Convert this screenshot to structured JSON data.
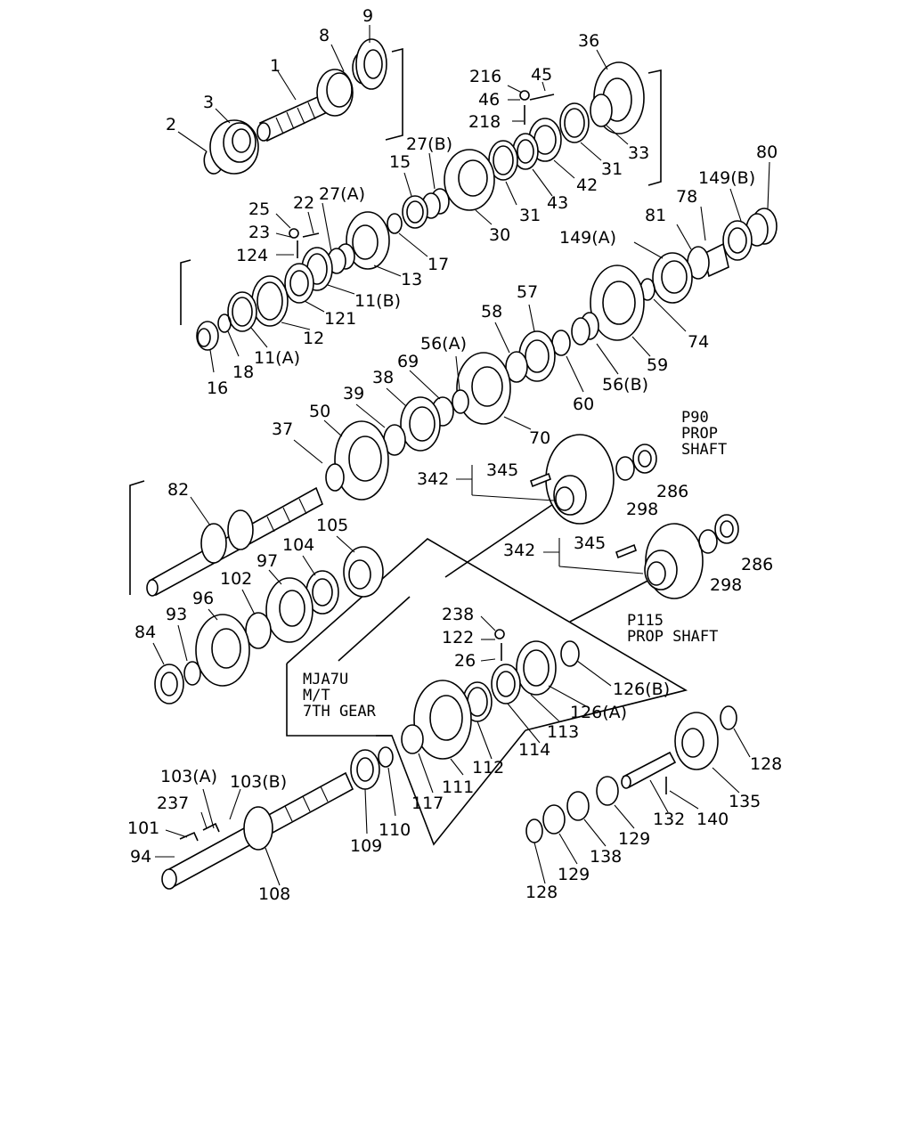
{
  "labels": {
    "l1": "1",
    "l2": "2",
    "l3": "3",
    "l8": "8",
    "l9": "9",
    "l216": "216",
    "l45": "45",
    "l46": "46",
    "l218": "218",
    "l36": "36",
    "l33": "33",
    "l31a": "31",
    "l42": "42",
    "l43": "43",
    "l31b": "31",
    "l30": "30",
    "l27b": "27(B)",
    "l15": "15",
    "l27a": "27(A)",
    "l22": "22",
    "l25": "25",
    "l23": "23",
    "l124": "124",
    "l13": "13",
    "l17": "17",
    "l11b": "11(B)",
    "l121": "121",
    "l12": "12",
    "l11a": "11(A)",
    "l18": "18",
    "l16": "16",
    "l80": "80",
    "l149b": "149(B)",
    "l78": "78",
    "l81": "81",
    "l149a": "149(A)",
    "l74": "74",
    "l59": "59",
    "l57": "57",
    "l58": "58",
    "l56a": "56(A)",
    "l56b": "56(B)",
    "l60": "60",
    "l69": "69",
    "l70": "70",
    "l38": "38",
    "l39": "39",
    "l50": "50",
    "l37": "37",
    "l82": "82",
    "l342a": "342",
    "l345a": "345",
    "l298a": "298",
    "l286a": "286",
    "l342b": "342",
    "l345b": "345",
    "l298b": "298",
    "l286b": "286",
    "l105": "105",
    "l104": "104",
    "l97": "97",
    "l102": "102",
    "l96": "96",
    "l93": "93",
    "l84": "84",
    "l238": "238",
    "l122": "122",
    "l26": "26",
    "l126b": "126(B)",
    "l126a": "126(A)",
    "l113": "113",
    "l114": "114",
    "l112": "112",
    "l111": "111",
    "l117": "117",
    "l128a": "128",
    "l135": "135",
    "l140": "140",
    "l132": "132",
    "l129a": "129",
    "l138": "138",
    "l129b": "129",
    "l128b": "128",
    "l103a": "103(A)",
    "l103b": "103(B)",
    "l237": "237",
    "l101": "101",
    "l94": "94",
    "l108": "108",
    "l109": "109",
    "l110": "110"
  },
  "notes": {
    "p90": [
      "P90",
      "PROP",
      "SHAFT"
    ],
    "p115": [
      "P115",
      "PROP SHAFT"
    ],
    "mja": [
      "MJA7U",
      "M/T",
      "7TH GEAR"
    ]
  }
}
